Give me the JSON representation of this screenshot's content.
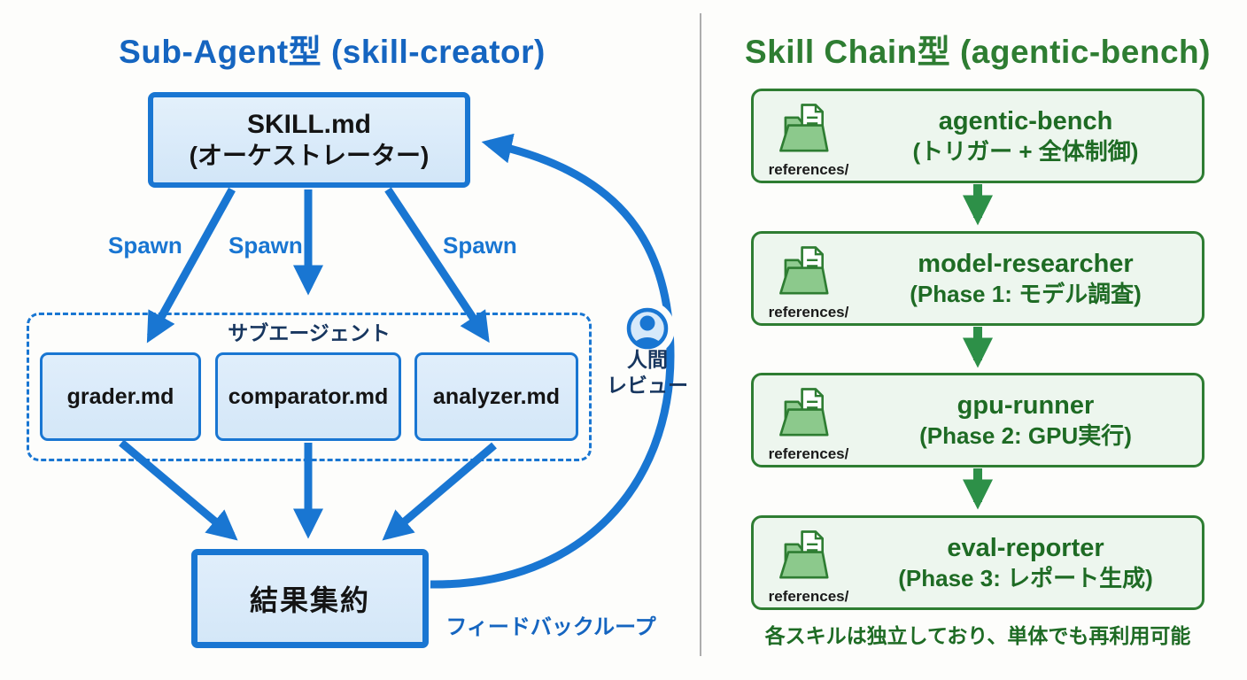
{
  "left_panel": {
    "title": "Sub-Agent型 (skill-creator)",
    "orchestrator": {
      "line1": "SKILL.md",
      "line2": "(オーケストレーター)"
    },
    "spawn_labels": [
      "Spawn",
      "Spawn",
      "Spawn"
    ],
    "subagents_group_label": "サブエージェント",
    "subagents": [
      {
        "label": "grader.md"
      },
      {
        "label": "comparator.md"
      },
      {
        "label": "analyzer.md"
      }
    ],
    "result_box_label": "結果集約",
    "feedback_loop_label": "フィードバックループ",
    "human_review": {
      "line1": "人間",
      "line2": "レビュー"
    },
    "icons": {
      "human_review": "person-circle-icon"
    },
    "colors": {
      "primary": "#1976d2",
      "title": "#1565c0",
      "box_fill": "#d9e9f9",
      "dark_text": "#17365f"
    }
  },
  "right_panel": {
    "title": "Skill Chain型 (agentic-bench)",
    "chain": [
      {
        "name": "agentic-bench",
        "subtitle": "(トリガー + 全体制御)",
        "folder_label": "references/"
      },
      {
        "name": "model-researcher",
        "subtitle": "(Phase 1: モデル調査)",
        "folder_label": "references/"
      },
      {
        "name": "gpu-runner",
        "subtitle": "(Phase 2: GPU実行)",
        "folder_label": "references/"
      },
      {
        "name": "eval-reporter",
        "subtitle": "(Phase 3: レポート生成)",
        "folder_label": "references/"
      }
    ],
    "footnote": "各スキルは独立しており、単体でも再利用可能",
    "icons": {
      "chain_box": "open-folder-document-icon"
    },
    "colors": {
      "primary": "#2e7d32",
      "box_fill": "#edf6ee",
      "arrow": "#2d9048",
      "text": "#1e6b24"
    }
  }
}
